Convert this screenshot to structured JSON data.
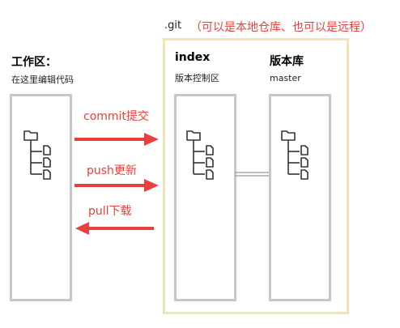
{
  "git": {
    "label": ".git",
    "note": "（可以是本地仓库、也可以是远程）"
  },
  "working_tree": {
    "title": "工作区：",
    "subtitle": "在这里编辑代码"
  },
  "index": {
    "title": "index",
    "subtitle": "版本控制区"
  },
  "repository": {
    "title": "版本库",
    "subtitle": "master"
  },
  "arrows": {
    "commit": "commit提交",
    "push": "push更新",
    "pull": "pull下载"
  },
  "colors": {
    "accent_red": "#e8403c",
    "git_frame": "#f0e4b3",
    "panel_border": "#c7c7c7",
    "icon": "#333333"
  },
  "icons": [
    "folder-tree-icon"
  ]
}
